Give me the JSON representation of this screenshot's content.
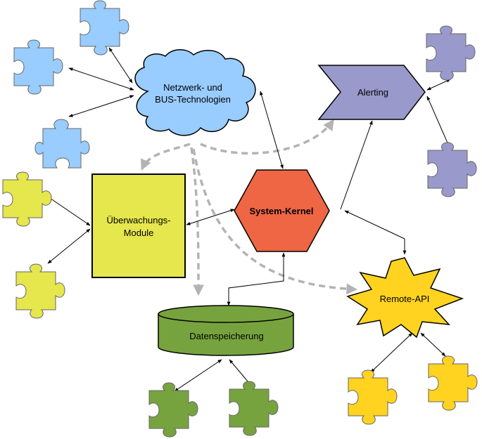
{
  "nodes": {
    "network": {
      "label_line1": "Netzwerk- und",
      "label_line2": "BUS-Technologien",
      "color": "#99ccff"
    },
    "alerting": {
      "label": "Alerting",
      "color": "#9999cc"
    },
    "kernel": {
      "label": "System-Kernel",
      "color": "#ee6644"
    },
    "monitoring": {
      "label_line1": "Überwachungs-",
      "label_line2": "Module",
      "color": "#e6e64d"
    },
    "storage": {
      "label": "Datenspeicherung",
      "color": "#77a33f"
    },
    "remote": {
      "label": "Remote-API",
      "color": "#ffd320"
    }
  },
  "puzzle_colors": {
    "blue": "#99ccff",
    "purple": "#9999cc",
    "yellow": "#e6e64d",
    "green": "#77a33f",
    "gold": "#ffd320"
  },
  "edge_colors": {
    "solid": "#000000",
    "dashed": "#b3b3b3"
  }
}
